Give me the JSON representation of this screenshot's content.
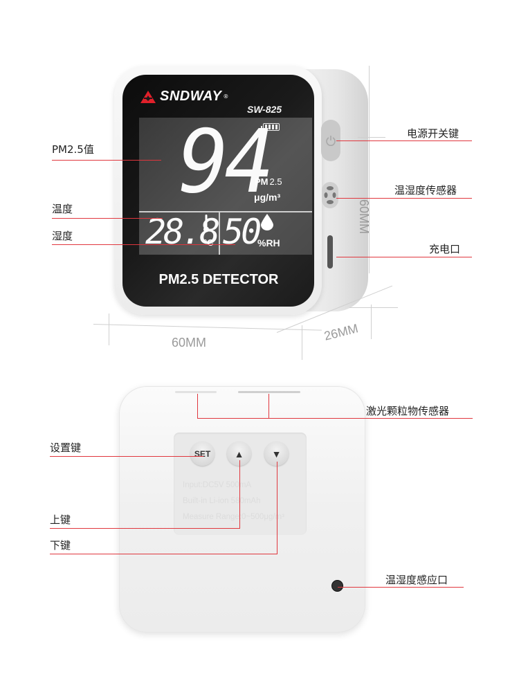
{
  "front": {
    "brand": "SNDWAY",
    "brand_reg": "®",
    "model": "SW-825",
    "display": {
      "pm25_value": "94",
      "pm25_label": "PM",
      "pm25_label_sub": "2.5",
      "pm25_unit": "μg/m³",
      "temperature_value": "28.8",
      "temperature_unit": "°C",
      "humidity_value": "50",
      "humidity_unit": "%RH",
      "battery_bars": 4
    },
    "device_label": "PM2.5 DETECTOR"
  },
  "dimensions": {
    "width": "60MM",
    "depth": "26MM",
    "height": "60MM"
  },
  "annotations_front": {
    "pm25": "PM2.5值",
    "temperature": "温度",
    "humidity": "湿度",
    "power_key": "电源开关键",
    "temp_humidity_sensor": "温湿度传感器",
    "charge_port": "充电口"
  },
  "back": {
    "buttons": {
      "set": "SET",
      "up": "▲",
      "down": "▼"
    },
    "specs": [
      "Input:DC5V 500mA",
      "Built-in Li-ion 580mAh",
      "Measure Range:0~500μg/m³"
    ]
  },
  "annotations_back": {
    "laser_sensor": "激光颗粒物传感器",
    "set_key": "设置键",
    "up_key": "上键",
    "down_key": "下键",
    "temp_humidity_port": "温湿度感应口"
  },
  "colors": {
    "leader_line": "#e0363d",
    "brand_red": "#e0202a",
    "dim_text": "#9a9a9a"
  }
}
